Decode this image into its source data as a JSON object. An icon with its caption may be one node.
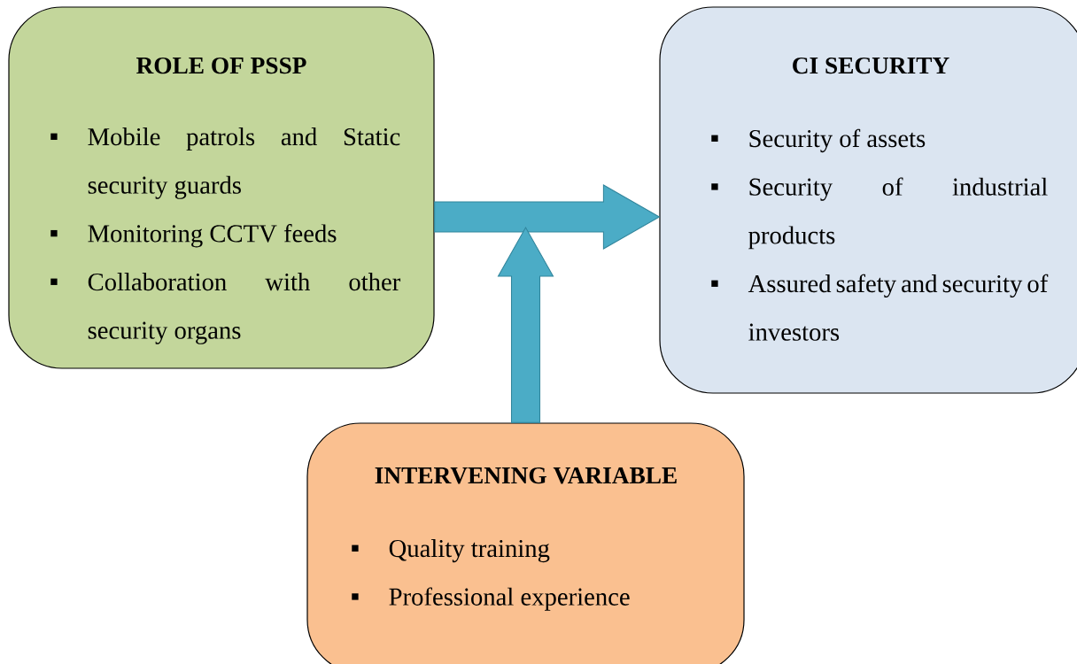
{
  "diagram": {
    "nodes": [
      {
        "text": [
          "ROLE OF PSSP",
          "Mobile patrols and Static security guards",
          "Monitoring CCTV feeds",
          "Collaboration with other security organs"
        ]
      },
      {
        "text": [
          "CI SECURITY",
          "Security of assets",
          "Security of industrial products",
          "Assured safety and security of investors"
        ]
      },
      {
        "text": [
          "INTERVENING VARIABLE",
          "Quality training",
          "Professional experience"
        ]
      }
    ],
    "edges": [
      {
        "from": 0,
        "to": 1,
        "arrow": "to"
      },
      {
        "from": 2,
        "to": null,
        "arrow": "to"
      }
    ]
  }
}
